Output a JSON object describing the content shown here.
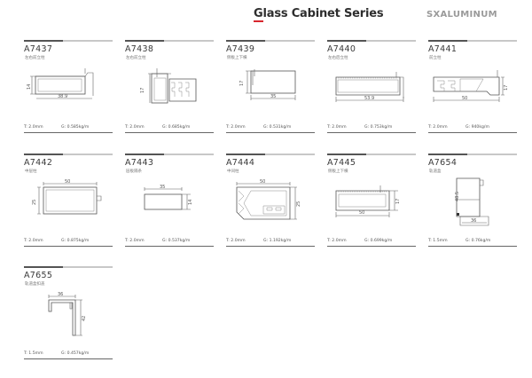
{
  "header": {
    "title_first": "G",
    "title_rest": "lass Cabinet Series",
    "brand": "SXALUMINUM",
    "accent_color": "#d8262e"
  },
  "products": [
    {
      "code": "A7437",
      "name": "左右前立柱",
      "t": "T:  2.0mm",
      "g": "G:  0.585kg/m",
      "dims": {
        "w": "38.9",
        "h": "14"
      }
    },
    {
      "code": "A7438",
      "name": "左右前立柱",
      "t": "T:  2.0mm",
      "g": "G:  0.685kg/m",
      "dims": {
        "h": "17"
      }
    },
    {
      "code": "A7439",
      "name": "侧板上下横",
      "t": "T:  2.0mm",
      "g": "G:  0.531kg/m",
      "dims": {
        "w": "35",
        "h": "17"
      }
    },
    {
      "code": "A7440",
      "name": "左右后立柱",
      "t": "T:  2.0mm",
      "g": "G:  0.753kg/m",
      "dims": {
        "w": "53.9"
      }
    },
    {
      "code": "A7441",
      "name": "前立柱",
      "t": "T:  2.0mm",
      "g": "G:  940kg/m",
      "dims": {
        "w": "50",
        "h": "17"
      }
    },
    {
      "code": "A7442",
      "name": "中层柱",
      "t": "T:  2.0mm",
      "g": "G:  0.875kg/m",
      "dims": {
        "w": "50",
        "h": "25"
      }
    },
    {
      "code": "A7443",
      "name": "层板隔条",
      "t": "T:  2.0mm",
      "g": "G:  0.537kg/m",
      "dims": {
        "w": "35",
        "h": "14"
      }
    },
    {
      "code": "A7444",
      "name": "中间柱",
      "t": "T:  2.0mm",
      "g": "G:  1.192kg/m",
      "dims": {
        "w": "50",
        "h": "25"
      }
    },
    {
      "code": "A7445",
      "name": "侧板上下横",
      "t": "T:  2.0mm",
      "g": "G:  0.699kg/m",
      "dims": {
        "w": "50",
        "h": "17"
      }
    },
    {
      "code": "A7654",
      "name": "轨道盒",
      "t": "T:  1.5mm",
      "g": "G:  0.76kg/m",
      "dims": {
        "w": "36",
        "h": "48.5"
      }
    },
    {
      "code": "A7655",
      "name": "轨道盒扣盖",
      "t": "T:  1.5mm",
      "g": "G:  0.457kg/m",
      "dims": {
        "w": "36",
        "h": "42"
      }
    }
  ]
}
